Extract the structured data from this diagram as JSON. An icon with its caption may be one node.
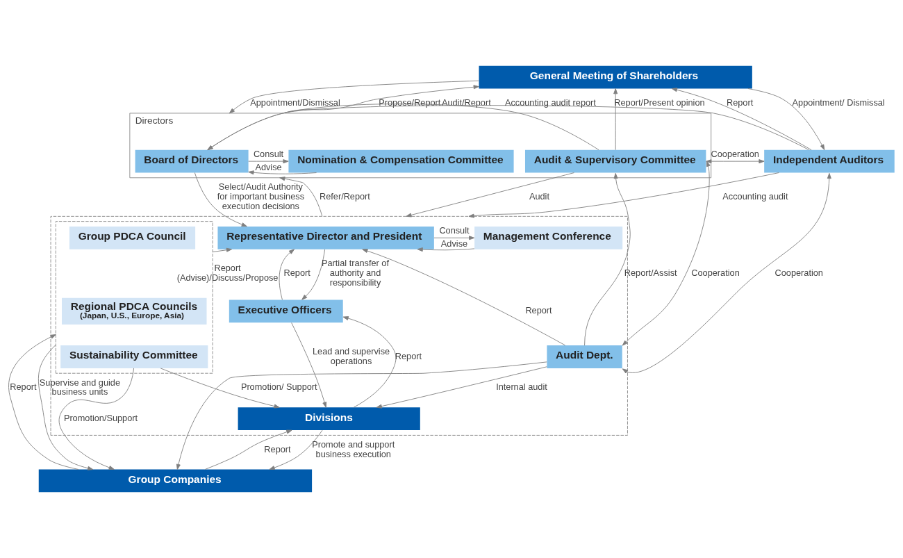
{
  "diagram": {
    "nodes": [
      {
        "text": [
          "General Meeting of Shareholders"
        ]
      },
      {
        "text": [
          "Directors"
        ]
      },
      {
        "text": [
          "Nomination & Compensation Committee"
        ],
        "in": 1
      },
      {
        "text": [
          "Board of Directors"
        ],
        "in": 1
      },
      {
        "text": [
          "Audit & Supervisory Committee"
        ],
        "in": 1
      },
      {
        "text": [
          "Independent Auditors"
        ]
      },
      {
        "text": [],
        "shape": "box"
      },
      {
        "text": [
          "Representative Director and President"
        ],
        "in": 6
      },
      {
        "text": [
          "Management Conference"
        ],
        "in": 6
      },
      {
        "text": [],
        "shape": "box",
        "in": 6
      },
      {
        "text": [
          "Group PDCA Council"
        ],
        "in": 9
      },
      {
        "text": [
          "Regional PDCA Councils",
          "(Japan, U.S., Europe, Asia)"
        ],
        "in": 9
      },
      {
        "text": [
          "Sustainability Committee"
        ],
        "in": 9
      },
      {
        "text": [
          "Executive Officers"
        ],
        "in": 6
      },
      {
        "text": [
          "Audit Dept."
        ],
        "in": 6
      },
      {
        "text": [
          "Divisions"
        ],
        "in": 6
      },
      {
        "text": [
          "Group Companies"
        ]
      }
    ],
    "edges": [
      {
        "from": 0,
        "to": 1,
        "arrow": "to",
        "label": "Appointment/Dismissal"
      },
      {
        "from": 1,
        "to": 0,
        "arrow": "to",
        "label": "Propose/Report"
      },
      {
        "from": 4,
        "to": 0,
        "arrow": "to",
        "label": "Report/Present opinion"
      },
      {
        "from": 0,
        "to": 5,
        "arrow": "to",
        "label": "Appointment/ Dismissal"
      },
      {
        "from": 5,
        "to": 0,
        "arrow": "to",
        "label": "Report"
      },
      {
        "from": 3,
        "to": 2,
        "arrow": "to",
        "label": "Consult"
      },
      {
        "from": 2,
        "to": 3,
        "arrow": "to",
        "label": "Advise"
      },
      {
        "from": 5,
        "to": 3,
        "arrow": "to",
        "label": "Accounting audit report"
      },
      {
        "from": 4,
        "to": 3,
        "arrow": "to",
        "label": "Audit/Report"
      },
      {
        "from": 4,
        "to": 5,
        "arrow": "both",
        "label": "Cooperation"
      },
      {
        "from": 3,
        "to": 7,
        "arrow": "to",
        "label": "Select/Audit Authority for important business execution decisions"
      },
      {
        "from": 6,
        "to": 1,
        "arrow": "to",
        "label": "Refer/Report"
      },
      {
        "from": 4,
        "to": 6,
        "arrow": "to",
        "label": "Audit"
      },
      {
        "from": 5,
        "to": 6,
        "arrow": "to",
        "label": "Accounting audit"
      },
      {
        "from": 7,
        "to": 8,
        "arrow": "to",
        "label": "Consult"
      },
      {
        "from": 8,
        "to": 7,
        "arrow": "to",
        "label": "Advise"
      },
      {
        "from": 9,
        "to": 7,
        "arrow": "to",
        "label": "Report (Advise)/Discuss/Propose"
      },
      {
        "from": 7,
        "to": 13,
        "arrow": "to",
        "label": "Partial transfer of authority and responsibility"
      },
      {
        "from": 13,
        "to": 7,
        "arrow": "to",
        "label": "Report"
      },
      {
        "from": 14,
        "to": 4,
        "arrow": "to",
        "label": "Report/Assist"
      },
      {
        "from": 4,
        "to": 14,
        "arrow": "both",
        "label": "Cooperation"
      },
      {
        "from": 5,
        "to": 14,
        "arrow": "both",
        "label": "Cooperation"
      },
      {
        "from": 14,
        "to": 7,
        "arrow": "to",
        "label": "Report"
      },
      {
        "from": 14,
        "to": 15,
        "arrow": "to",
        "label": "Internal audit"
      },
      {
        "from": 14,
        "to": 16,
        "arrow": "to"
      },
      {
        "from": 13,
        "to": 15,
        "arrow": "to",
        "label": "Lead and supervise operations"
      },
      {
        "from": 15,
        "to": 13,
        "arrow": "to",
        "label": "Report"
      },
      {
        "from": 12,
        "to": 15,
        "arrow": "to",
        "label": "Promotion/ Support"
      },
      {
        "from": 12,
        "to": 16,
        "arrow": "to",
        "label": "Promotion/Support"
      },
      {
        "from": 9,
        "to": 16,
        "arrow": "to",
        "label": "Supervise and guide business units"
      },
      {
        "from": 16,
        "to": 9,
        "arrow": "to",
        "label": "Report"
      },
      {
        "from": 15,
        "to": 16,
        "arrow": "to",
        "label": "Promote and support business execution"
      },
      {
        "from": 16,
        "to": 15,
        "arrow": "to",
        "label": "Report"
      }
    ]
  }
}
